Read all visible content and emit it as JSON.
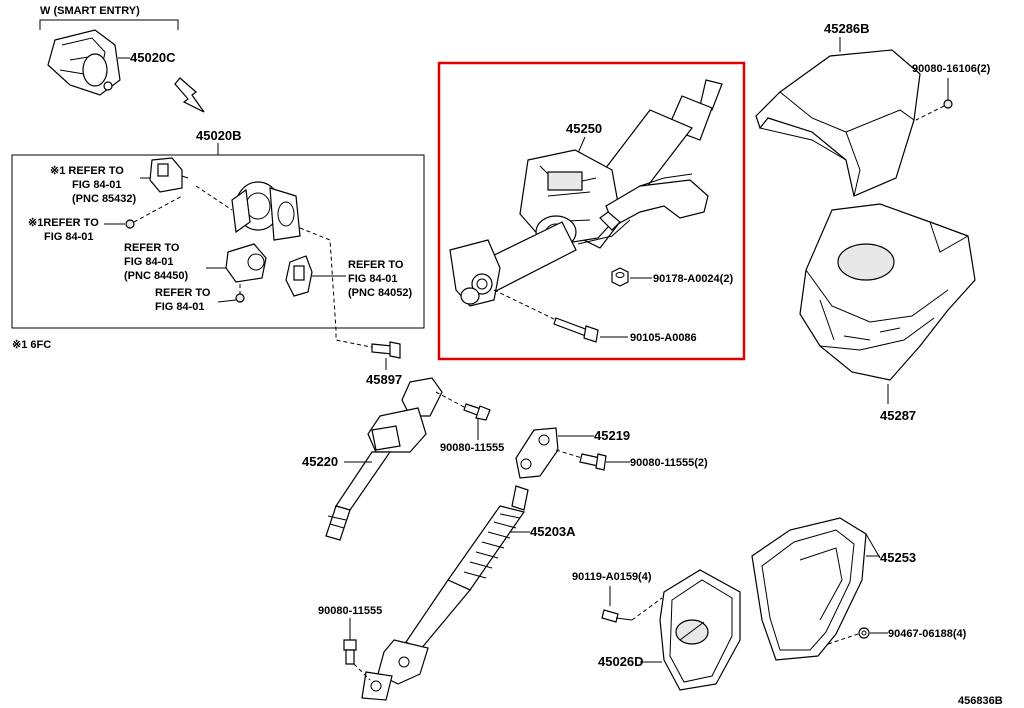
{
  "labels": {
    "smart_entry": "W (SMART ENTRY)",
    "p45020C": "45020C",
    "p45020B": "45020B",
    "ref1_a": "※1 REFER TO",
    "ref1_b": "FIG 84-01",
    "ref1_c": "(PNC 85432)",
    "ref2_a": "※1REFER TO",
    "ref2_b": "FIG 84-01",
    "ref3_a": "REFER TO",
    "ref3_b": "FIG 84-01",
    "ref3_c": "(PNC 84450)",
    "ref4_a": "REFER TO",
    "ref4_b": "FIG 84-01",
    "ref5_a": "REFER TO",
    "ref5_b": "FIG 84-01",
    "ref5_c": "(PNC 84052)",
    "note": "※1 6FC",
    "p45250": "45250",
    "p90178": "90178-A0024(2)",
    "p90105": "90105-A0086",
    "p45286B": "45286B",
    "p90080_16106": "90080-16106(2)",
    "p45287": "45287",
    "p45897": "45897",
    "p45220": "45220",
    "p90080_11555a": "90080-11555",
    "p45219": "45219",
    "p90080_11555b": "90080-11555(2)",
    "p45203A": "45203A",
    "p90119": "90119-A0159(4)",
    "p45253": "45253",
    "p90080_11555c": "90080-11555",
    "p90467": "90467-06188(4)",
    "p45026D": "45026D",
    "ref_no": "456836B"
  },
  "colors": {
    "highlight": "#e00000",
    "ink": "#000000"
  }
}
